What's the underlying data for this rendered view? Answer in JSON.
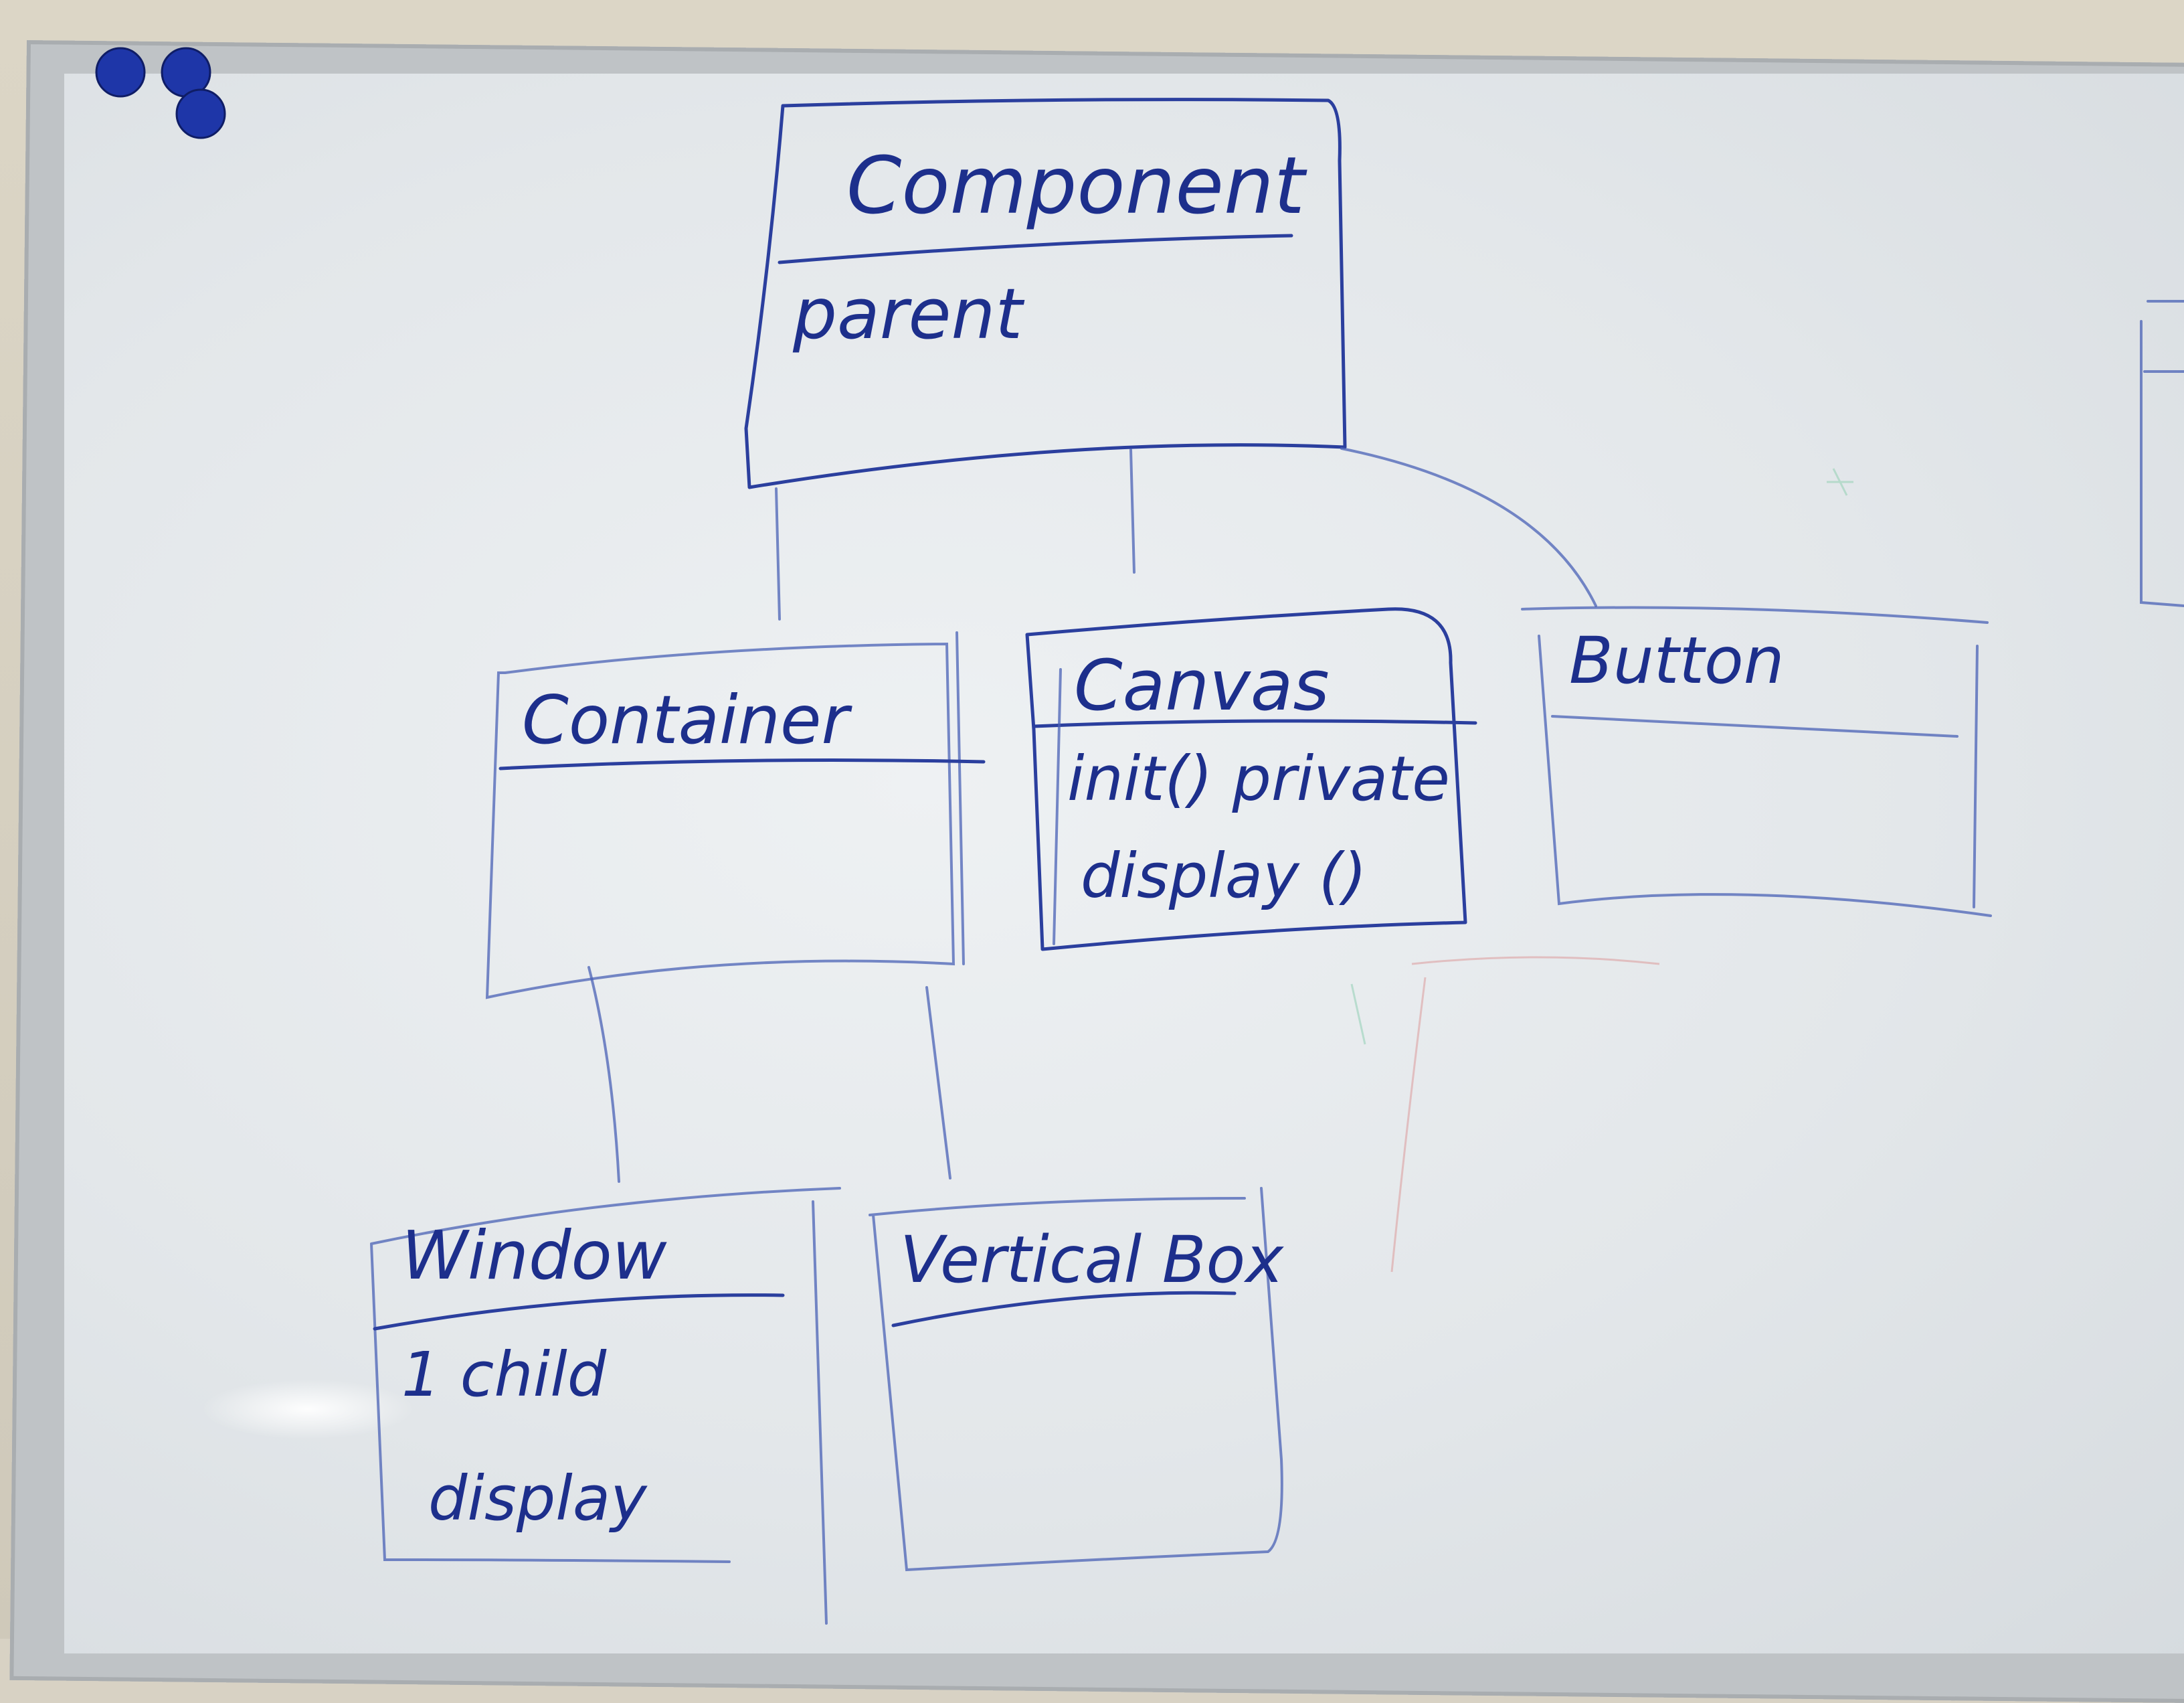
{
  "diagram": {
    "classes": {
      "component": {
        "name": "Component",
        "members": [
          "parent"
        ]
      },
      "container": {
        "name": "Container",
        "members": []
      },
      "canvas": {
        "name": "Canvas",
        "members": [
          "init() private",
          "display ()"
        ]
      },
      "button": {
        "name": "Button",
        "members": []
      },
      "window": {
        "name": "Window",
        "members": [
          "1 child",
          "display"
        ]
      },
      "vertical_box": {
        "name": "Vertical Box",
        "members": []
      }
    },
    "ink_color": "#2b3f9e",
    "board_color": "#e6eaed"
  }
}
